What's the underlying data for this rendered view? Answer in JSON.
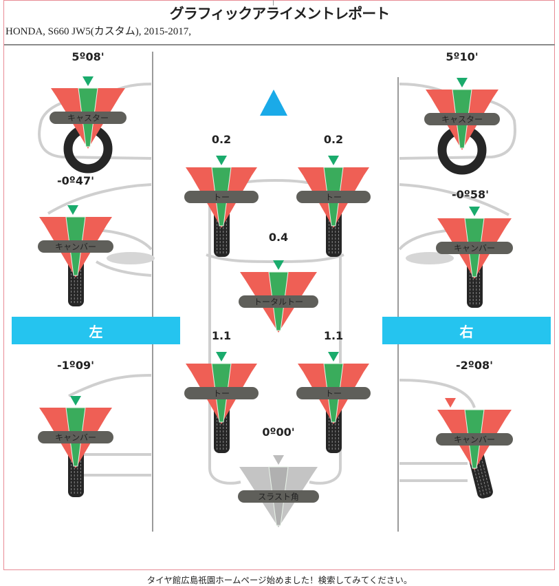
{
  "header": {
    "title": "グラフィックアライメントレポート",
    "vehicle": "HONDA, S660 JW5(カスタム), 2015-2017,"
  },
  "sides": {
    "left": "左",
    "right": "右"
  },
  "front_direction_icon": "triangle-up-icon",
  "gauges": {
    "left_caster": {
      "label": "キャスター",
      "value": "5º08'"
    },
    "right_caster": {
      "label": "キャスター",
      "value": "5º10'"
    },
    "left_front_camber": {
      "label": "キャンバー",
      "value": "-0º47'"
    },
    "right_front_camber": {
      "label": "キャンバー",
      "value": "-0º58'"
    },
    "front_left_toe": {
      "label": "トー",
      "value": "0.2"
    },
    "front_right_toe": {
      "label": "トー",
      "value": "0.2"
    },
    "front_total_toe": {
      "label": "トータルトー",
      "value": "0.4"
    },
    "rear_left_toe": {
      "label": "トー",
      "value": "1.1"
    },
    "rear_right_toe": {
      "label": "トー",
      "value": "1.1"
    },
    "thrust_angle": {
      "label": "スラスト角",
      "value": "0º00'"
    },
    "left_rear_camber": {
      "label": "キャンバー",
      "value": "-1º09'"
    },
    "right_rear_camber": {
      "label": "キャンバー",
      "value": "-2º08'"
    }
  },
  "colors": {
    "in_spec": "#3aac5c",
    "out_of_spec": "#ef5f55",
    "label": "#5f5f5a",
    "accent_blue": "#25c4ef",
    "neutral": "#c4c4c4"
  },
  "footer": "タイヤ館広島祇園ホームページ始めました！検索してみてください。"
}
